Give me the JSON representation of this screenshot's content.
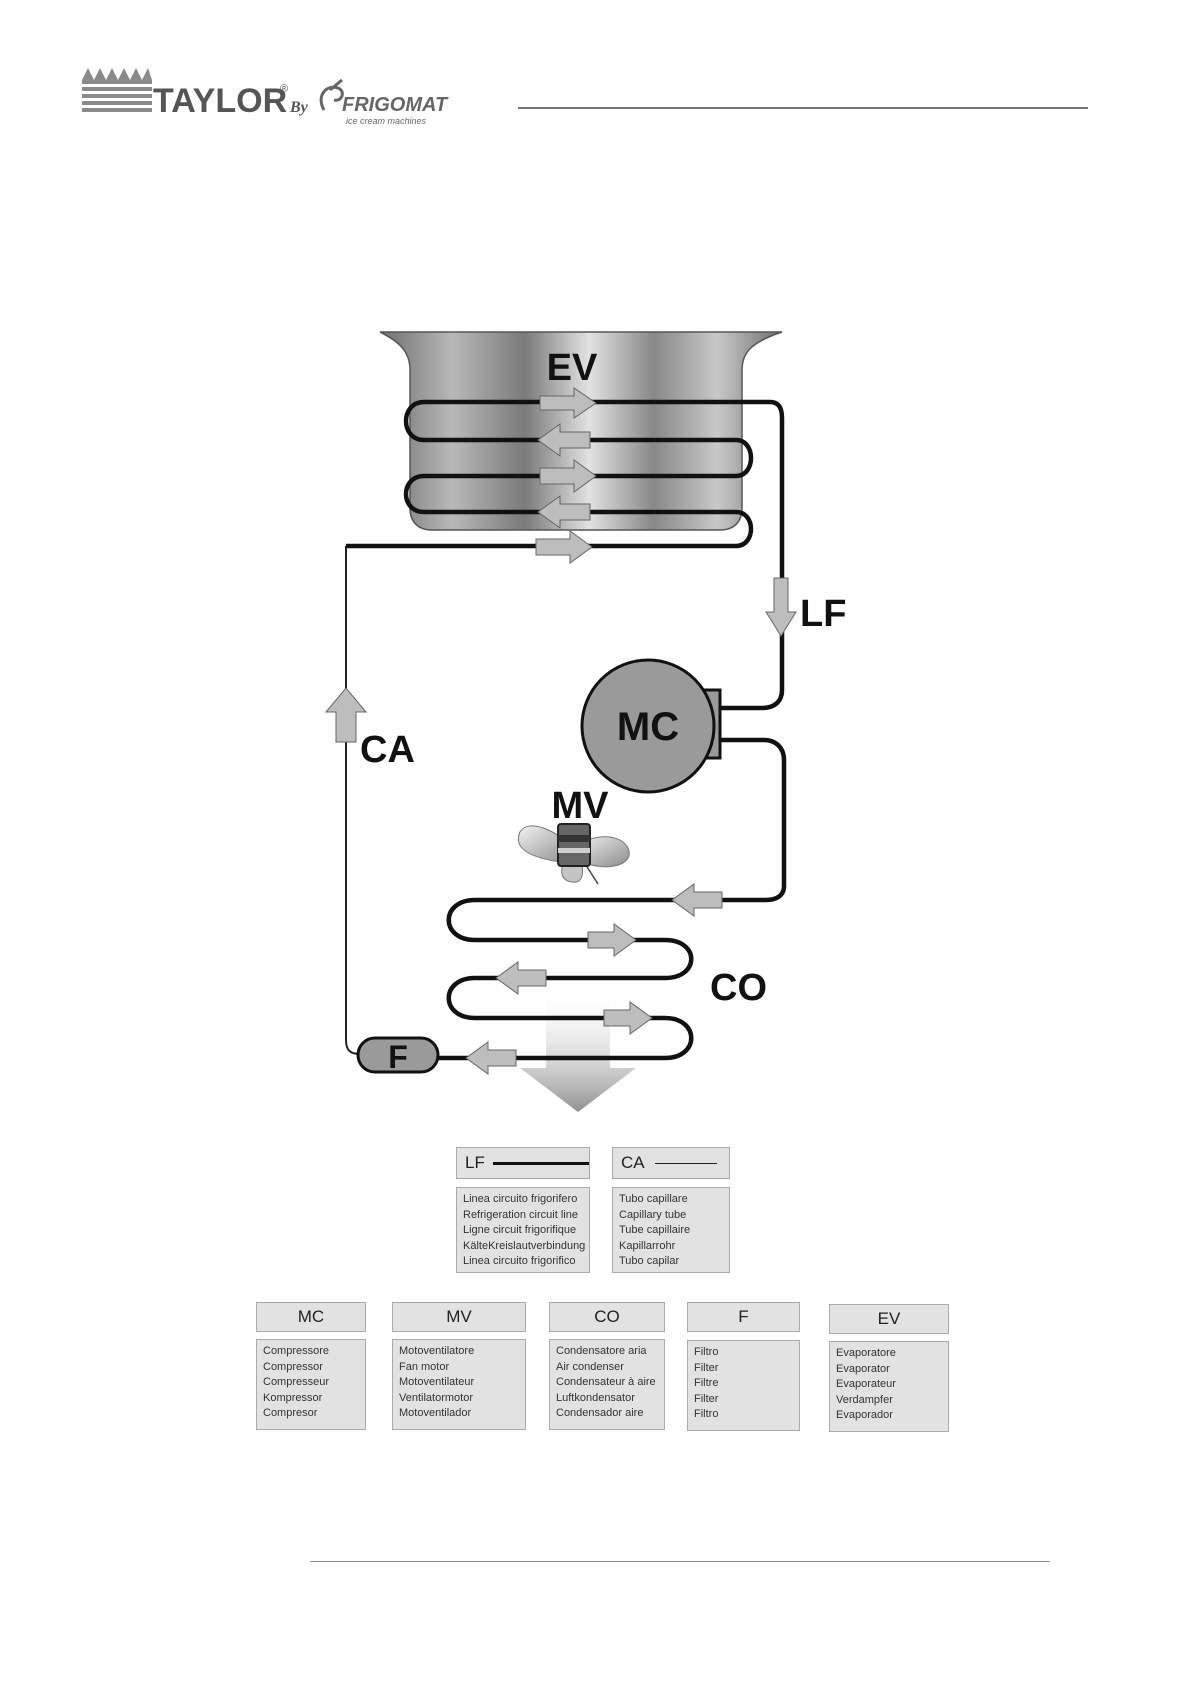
{
  "header": {
    "logo": {
      "brand": "TAYLOR",
      "reg": "®",
      "by": "By",
      "partner": "FRIGOMAT",
      "tagline": "ice cream machines"
    }
  },
  "diagram": {
    "labels": {
      "ev": "EV",
      "lf": "LF",
      "mc": "MC",
      "ca": "CA",
      "mv": "MV",
      "co": "CO",
      "f": "F"
    },
    "colors": {
      "line": "#111111",
      "arrow_fill": "#bdbdbd",
      "component_fill": "#9a9a9a"
    }
  },
  "legend": {
    "lines": [
      {
        "code": "LF",
        "style": "thick",
        "items": [
          "Linea circuito frigorifero",
          "Refrigeration circuit line",
          "Ligne circuit frigorifique",
          "KälteKreislautverbindung",
          "Linea circuito frigorifico"
        ]
      },
      {
        "code": "CA",
        "style": "thin",
        "items": [
          "Tubo capillare",
          "Capillary tube",
          "Tube capillaire",
          "Kapillarrohr",
          "Tubo capilar"
        ]
      }
    ],
    "components": [
      {
        "code": "MC",
        "items": [
          "Compressore",
          "Compressor",
          "Compresseur",
          "Kompressor",
          "Compresor"
        ]
      },
      {
        "code": "MV",
        "items": [
          "Motoventilatore",
          "Fan motor",
          "Motoventilateur",
          "Ventilatormotor",
          "Motoventilador"
        ]
      },
      {
        "code": "CO",
        "items": [
          "Condensatore aria",
          "Air condenser",
          "Condensateur à aire",
          "Luftkondensator",
          "Condensador aire"
        ]
      },
      {
        "code": "F",
        "items": [
          "Filtro",
          "Filter",
          "Filtre",
          "Filter",
          "Filtro"
        ]
      },
      {
        "code": "EV",
        "items": [
          "Evaporatore",
          "Evaporator",
          "Evaporateur",
          "Verdampfer",
          "Evaporador"
        ]
      }
    ]
  }
}
